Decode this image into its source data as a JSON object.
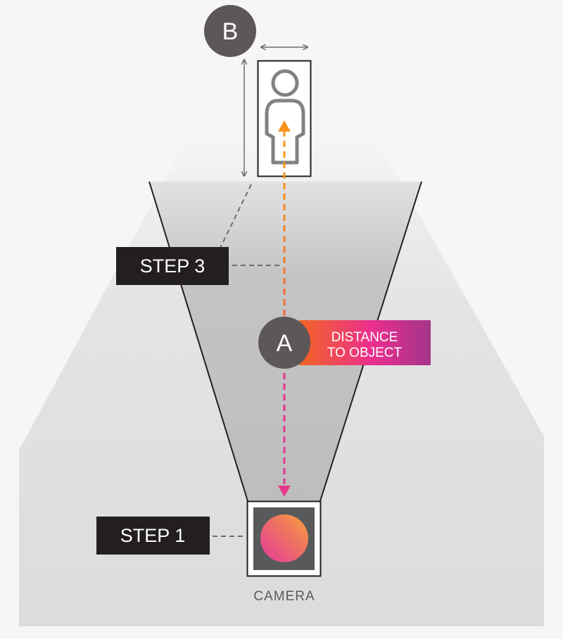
{
  "markers": {
    "a_letter": "A",
    "b_letter": "B"
  },
  "labels": {
    "distance_line1": "DISTANCE",
    "distance_line2": "TO OBJECT",
    "step3": "STEP 3",
    "step1": "STEP 1",
    "camera": "CAMERA"
  },
  "icons": {
    "person": "person-icon",
    "camera": "camera-icon",
    "width_arrow": "width-arrow-icon",
    "height_arrow": "height-arrow-icon"
  },
  "colors": {
    "background": "#f6f6f6",
    "marker_fill": "#5e5757",
    "label_box": "#231f20",
    "orange_line": "#f7941d",
    "magenta_line": "#e6388d",
    "gradient_start": "#f26522",
    "gradient_mid": "#ec2f8e",
    "gradient_end": "#a3358a"
  }
}
